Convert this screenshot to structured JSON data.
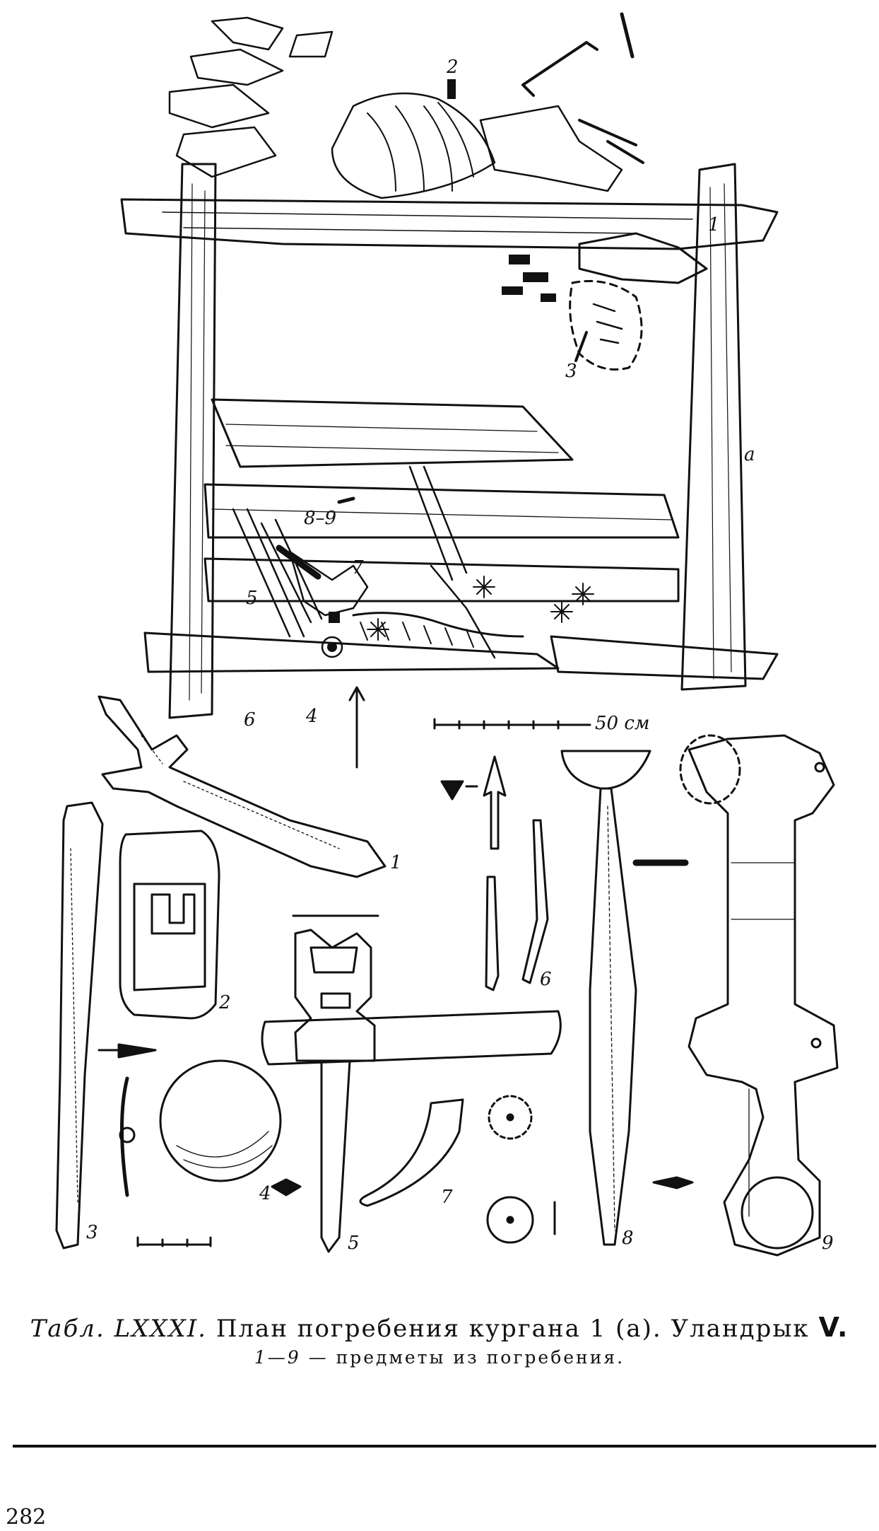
{
  "plan": {
    "plan_label": "a",
    "scale_label": "50 см",
    "markers": [
      "1",
      "2",
      "3",
      "4",
      "5",
      "6",
      "7",
      "8–9"
    ]
  },
  "finds": {
    "numbers": [
      "1",
      "2",
      "3",
      "4",
      "5",
      "6",
      "7",
      "8",
      "9"
    ]
  },
  "caption": {
    "prefix": "Табл.",
    "table_number": "LXXXI.",
    "title": "План погребения кургана 1",
    "plan_ref": "(а).",
    "site": "Уландрык",
    "site_number": "V.",
    "subtitle_range": "1—9",
    "subtitle_text": "— предметы из погребения."
  },
  "page_number": "282",
  "colors": {
    "ink": "#111111",
    "paper": "#ffffff"
  }
}
